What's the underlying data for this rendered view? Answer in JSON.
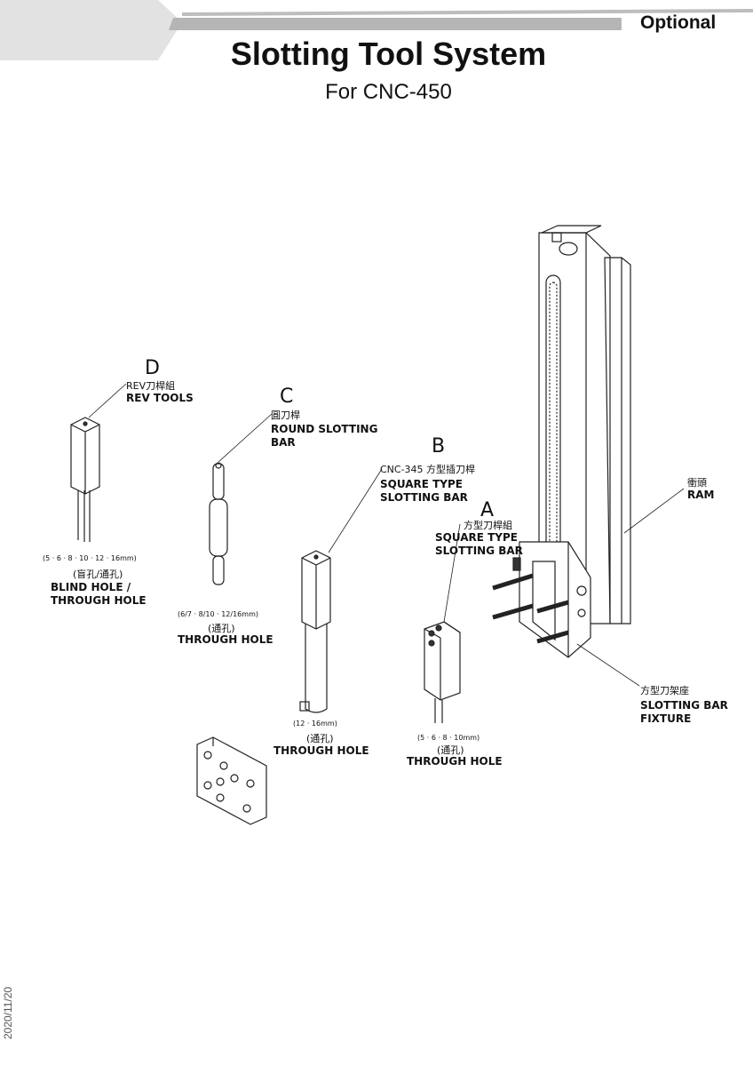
{
  "header": {
    "badge": "Optional",
    "title": "Slotting Tool System",
    "subtitle": "For CNC-450"
  },
  "parts": {
    "D": {
      "letter": "D",
      "zh": "REV刀桿組",
      "en": "REV TOOLS",
      "sizes": "(5 · 6 · 8 · 10 · 12 · 16mm)",
      "hole_zh": "(盲孔/通孔)",
      "hole_en": "BLIND HOLE /\nTHROUGH HOLE"
    },
    "C": {
      "letter": "C",
      "zh": "圓刀桿",
      "en": "ROUND SLOTTING\nBAR",
      "sizes": "(6/7 · 8/10 · 12/16mm)",
      "hole_zh": "(通孔)",
      "hole_en": "THROUGH HOLE"
    },
    "B": {
      "letter": "B",
      "zh": "CNC-345 方型插刀桿",
      "en": "SQUARE TYPE\nSLOTTING BAR",
      "sizes": "(12 · 16mm)",
      "hole_zh": "(通孔)",
      "hole_en": "THROUGH HOLE"
    },
    "A": {
      "letter": "A",
      "zh": "方型刀桿組",
      "en": "SQUARE TYPE\nSLOTTING BAR",
      "sizes": "(5 · 6 · 8 · 10mm)",
      "hole_zh": "(通孔)",
      "hole_en": "THROUGH HOLE"
    },
    "ram": {
      "zh": "衝頭",
      "en": "RAM"
    },
    "fixture": {
      "zh": "方型刀架座",
      "en": "SLOTTING BAR\nFIXTURE"
    }
  },
  "footer": {
    "date": "2020/11/20"
  }
}
